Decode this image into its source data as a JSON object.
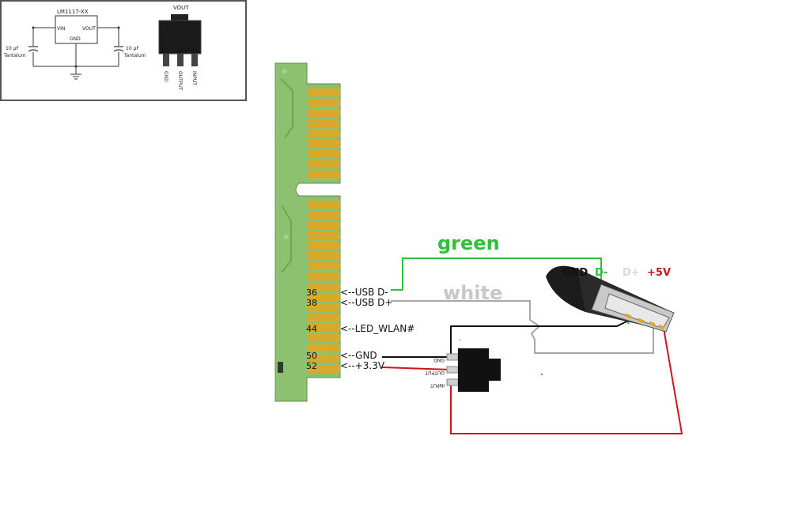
{
  "inset": {
    "regulator_name": "LM1117-XX",
    "vin_label": "VIN",
    "vout_label": "VOUT",
    "gnd_label": "GND",
    "cap_left_value": "10 µF",
    "cap_left_type": "Tantalum",
    "cap_right_value": "10 µF",
    "cap_right_type": "Tantalum",
    "package_vout_label": "VOUT",
    "package_pins": [
      "GND",
      "OUTPUT",
      "INPUT"
    ]
  },
  "card_pins": [
    {
      "number": "36",
      "label": "<--USB D-"
    },
    {
      "number": "38",
      "label": "<--USB D+"
    },
    {
      "number": "44",
      "label": "<--LED_WLAN#"
    },
    {
      "number": "50",
      "label": "<--GND"
    },
    {
      "number": "52",
      "label": "<--+3.3V"
    }
  ],
  "wire_labels": {
    "green": "green",
    "white": "white"
  },
  "usb_pins": {
    "gnd": "GND",
    "d_minus": "D-",
    "d_plus": "D+",
    "vcc": "+5V"
  },
  "regulator_pins": [
    "GND",
    "OUTPUT",
    "INPUT"
  ],
  "colors": {
    "green_wire": "#2fbf3a",
    "white_wire": "#a8a8a8",
    "red_wire": "#c8161d",
    "black_wire": "#111111",
    "pcb_green": "#8dc070",
    "gold_contact": "#d8a92a"
  }
}
